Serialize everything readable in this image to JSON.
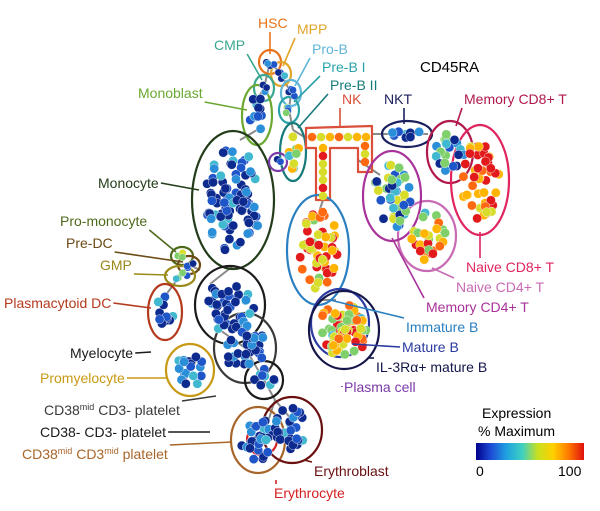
{
  "title": "CD45RA",
  "legend": {
    "title_line1": "Expression",
    "title_line2": "% Maximum",
    "min_label": "0",
    "max_label": "100",
    "gradient": [
      "#00008b",
      "#1f4fd8",
      "#1fa3e0",
      "#3fd0c0",
      "#c8e020",
      "#ffd000",
      "#ff7a00",
      "#e01010"
    ]
  },
  "node_colors": [
    "#0d2a8f",
    "#1e55c8",
    "#2a8fd8",
    "#3fb8d0",
    "#7fd06a",
    "#d8dc2a",
    "#ffb400",
    "#ff6a10",
    "#e31a1c"
  ],
  "clusters": [
    {
      "id": "hsc",
      "label": "HSC",
      "color": "#e8731a"
    },
    {
      "id": "mpp",
      "label": "MPP",
      "color": "#e2a52a"
    },
    {
      "id": "cmp",
      "label": "CMP",
      "color": "#3aa890"
    },
    {
      "id": "pro-b",
      "label": "Pro-B",
      "color": "#5fb6d8"
    },
    {
      "id": "pre-b-1",
      "label": "Pre-B I",
      "color": "#2aa3a8"
    },
    {
      "id": "pre-b-2",
      "label": "Pre-B II",
      "color": "#177a7a"
    },
    {
      "id": "monoblast",
      "label": "Monoblast",
      "color": "#6aa832"
    },
    {
      "id": "nk",
      "label": "NK",
      "color": "#d94f3a"
    },
    {
      "id": "nkt",
      "label": "NKT",
      "color": "#1a1f5e"
    },
    {
      "id": "memory-cd8",
      "label": "Memory CD8+ T",
      "color": "#b0194a"
    },
    {
      "id": "monocyte",
      "label": "Monocyte",
      "color": "#233d1a"
    },
    {
      "id": "pro-monocyte",
      "label": "Pro-monocyte",
      "color": "#4f6a1c"
    },
    {
      "id": "pre-dc",
      "label": "Pre-DC",
      "color": "#6b4a14"
    },
    {
      "id": "gmp",
      "label": "GMP",
      "color": "#9a8a1a"
    },
    {
      "id": "plasmacytoid-dc",
      "label": "Plasmacytoid DC",
      "color": "#b43a1e"
    },
    {
      "id": "naive-cd8",
      "label": "Naive CD8+ T",
      "color": "#e0245e"
    },
    {
      "id": "naive-cd4",
      "label": "Naive CD4+ T",
      "color": "#c86ab4"
    },
    {
      "id": "memory-cd4",
      "label": "Memory CD4+ T",
      "color": "#a8329a"
    },
    {
      "id": "immature-b",
      "label": "Immature B",
      "color": "#2a7fc0"
    },
    {
      "id": "mature-b",
      "label": "Mature B",
      "color": "#2a3aa0"
    },
    {
      "id": "il3ra-mature-b",
      "label": "IL-3Rα+ mature B",
      "color": "#14164a"
    },
    {
      "id": "plasma-cell",
      "label": "Plasma cell",
      "color": "#7a3aa8"
    },
    {
      "id": "myelocyte",
      "label": "Myelocyte",
      "color": "#1a1a1a"
    },
    {
      "id": "promyelocyte",
      "label": "Promyelocyte",
      "color": "#c89a14"
    },
    {
      "id": "cd38mid-cd3-platelet",
      "label_pre": "CD38",
      "label_sup": "mid",
      "label_post": " CD3- platelet",
      "color": "#3a3a3a"
    },
    {
      "id": "cd38-cd3-platelet",
      "label": "CD38- CD3- platelet",
      "color": "#1a1a1a"
    },
    {
      "id": "cd38mid-cd3mid-platelet",
      "label_pre": "CD38",
      "label_sup": "mid",
      "label_mid": " CD3",
      "label_sup2": "mid",
      "label_post": " platelet",
      "color": "#a8652a"
    },
    {
      "id": "erythroblast",
      "label": "Erythroblast",
      "color": "#6a1010"
    },
    {
      "id": "erythrocyte",
      "label": "Erythrocyte",
      "color": "#d42020"
    }
  ]
}
